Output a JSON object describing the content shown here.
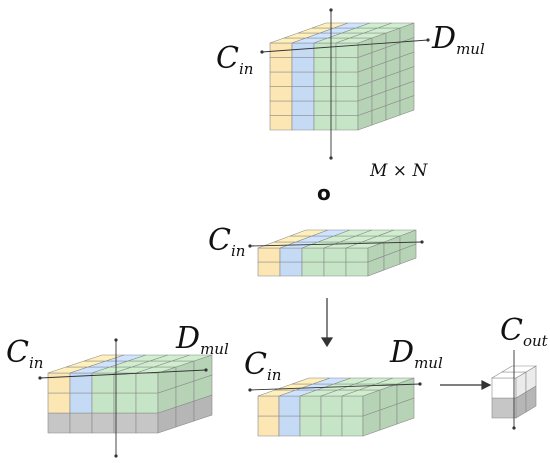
{
  "labels": {
    "c_in_letter": "C",
    "c_in_sub": "in",
    "d_mul_letter": "D",
    "d_mul_sub": "mul",
    "c_out_letter": "C",
    "c_out_sub": "out",
    "dims": "M × N",
    "operator": "o"
  },
  "colors": {
    "yellow": "#fbe6b4",
    "blue": "#c5daf5",
    "green": "#c6e5c6",
    "gray": "#c6c6c6",
    "white": "#ffffff",
    "edge": "#888888",
    "axis": "#333333"
  }
}
